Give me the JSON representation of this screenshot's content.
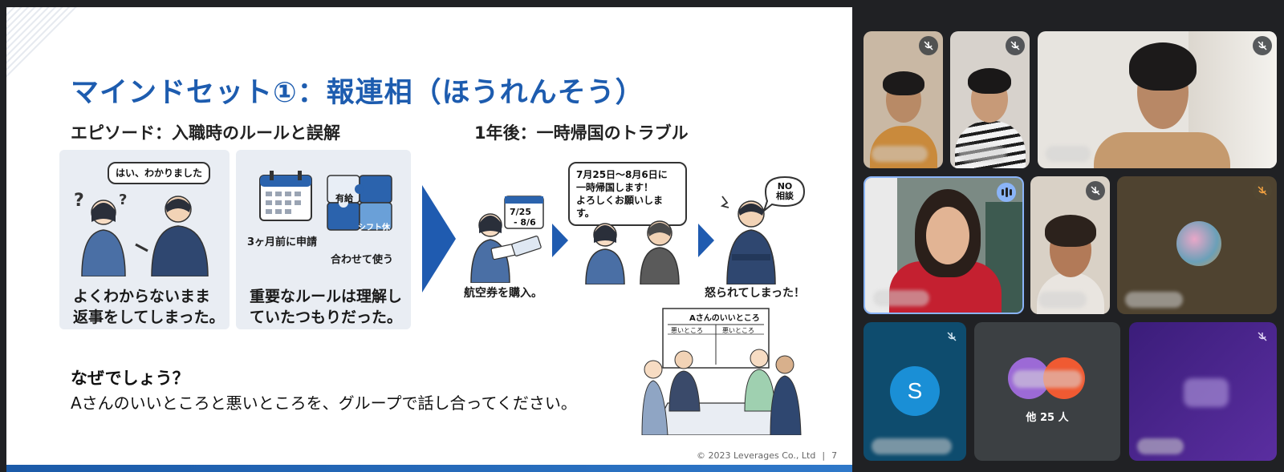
{
  "slide": {
    "title": "マインドセット①：報連相（ほうれんそう）",
    "episode_heading": "エピソード：入職時のルールと誤解",
    "later_heading": "1年後：一時帰国のトラブル",
    "panel1": {
      "bubble": "はい、わかりました",
      "caption_line1": "よくわからないまま",
      "caption_line2": "返事をしてしまった。"
    },
    "panel2": {
      "label_apply": "3ヶ月前に申請",
      "label_combine": "合わせて使う",
      "puzzle_a": "有給",
      "puzzle_b": "シフト休",
      "caption_line1": "重要なルールは理解し",
      "caption_line2": "ていたつもりだった。"
    },
    "flow": {
      "ticket_date_line1": "7/25",
      "ticket_date_line2": "- 8/6",
      "step1_caption": "航空券を購入。",
      "bubble_line1": "7月25日～8月6日に",
      "bubble_line2": "一時帰国します！",
      "bubble_line3": "よろしくお願いします。",
      "no_sign_line1": "NO",
      "no_sign_line2": "相談",
      "step3_caption": "怒られてしまった！"
    },
    "whiteboard": {
      "title": "Aさんのいいところ",
      "col_bad": "悪いところ",
      "col_bad2": "悪いところ"
    },
    "question_heading": "なぜでしょう？",
    "question_text": "Aさんのいいところと悪いところを、グループで話し合ってください。",
    "footer_copyright": "© 2023 Leverages Co., Ltd",
    "footer_sep": "|",
    "page_number": "7"
  },
  "participants": {
    "tile_s_initial": "S",
    "others_label": "他 25 人"
  },
  "colors": {
    "title_blue": "#1d5caf",
    "arrow_blue": "#1f5bb0",
    "meet_bg": "#202124",
    "tile_gray": "#3c4043",
    "tile_teal": "#0e4c6e",
    "tile_purple": "#4a2790"
  }
}
